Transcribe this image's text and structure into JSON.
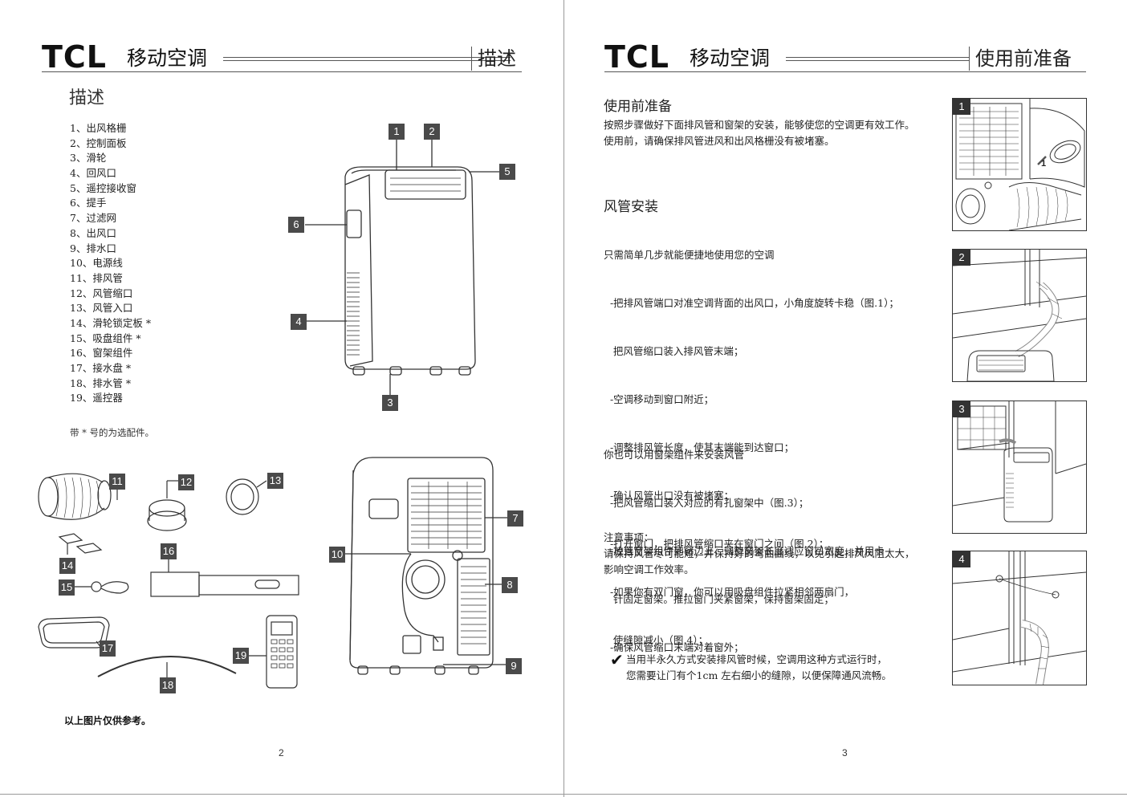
{
  "brand": "TCL",
  "product": "移动空调",
  "left_page": {
    "section_title": "描述",
    "heading": "描述",
    "parts": [
      "1、出风格栅",
      "2、控制面板",
      "3、滑轮",
      "4、回风口",
      "5、遥控接收窗",
      "6、提手",
      "7、过滤网",
      "8、出风口",
      "9、排水口",
      "10、电源线",
      "11、排风管",
      "12、风管缩口",
      "13、风管入口",
      "14、滑轮锁定板 *",
      "15、吸盘组件 *",
      "16、窗架组件",
      "17、接水盘 *",
      "18、排水管 *",
      "19、遥控器"
    ],
    "optional_note": "带 * 号的为选配件。",
    "reference_note": "以上图片仅供参考。",
    "page_number": "2",
    "callouts": [
      "1",
      "2",
      "3",
      "4",
      "5",
      "6",
      "7",
      "8",
      "9",
      "10",
      "11",
      "12",
      "13",
      "14",
      "15",
      "16",
      "17",
      "18",
      "19"
    ]
  },
  "right_page": {
    "section_title": "使用前准备",
    "heading": "使用前准备",
    "intro": [
      "按照步骤做好下面排风管和窗架的安装，能够使您的空调更有效工作。",
      "使用前，请确保排风管进风和出风格栅没有被堵塞。"
    ],
    "duct_heading": "风管安装",
    "duct_lines": [
      "只需简单几步就能便捷地使用您的空调",
      "  -把排风管端口对准空调背面的出风口，小角度旋转卡稳（图.1）；",
      "   把风管缩口装入排风管末端；",
      "  -空调移动到窗口附近；",
      "  -调整排风管长度，使其末端能到达窗口；",
      "  -确认风管出口没有被堵塞；",
      "  -打开窗门，把排风管缩口夹在窗门之间（图.2）；",
      "  -如果你有双门窗，你可以用吸盘组件拉紧相邻两扇门，",
      "   使缝隙减小（图.4）；"
    ],
    "window_lines": [
      "你也可以用窗架组件来安装风管",
      "  -把风管缩口装入对应的有孔窗架中（图.3）；",
      "  -放置窗架组件到窗边上，调整窗架长度适应窗口宽度，并用卡",
      "   针固定窗架。推拉窗门夹紧窗架，保持窗架固定；",
      "  -确保风管缩口末端对着窗外；"
    ],
    "caution_lines": [
      "注意事项：",
      "请保持风管尽可能短，并保持好的弯曲曲线，以免引起排风风阻太大，",
      "影响空调工作效率。"
    ],
    "tip_lines": [
      "当用半永久方式安装排风管时候，空调用这种方式运行时，",
      "您需要让门有个1cm 左右细小的缝隙，以便保障通风流畅。"
    ],
    "check_symbol": "✔",
    "figures": [
      "1",
      "2",
      "3",
      "4"
    ],
    "fig1_arrow_label": "1",
    "page_number": "3"
  }
}
